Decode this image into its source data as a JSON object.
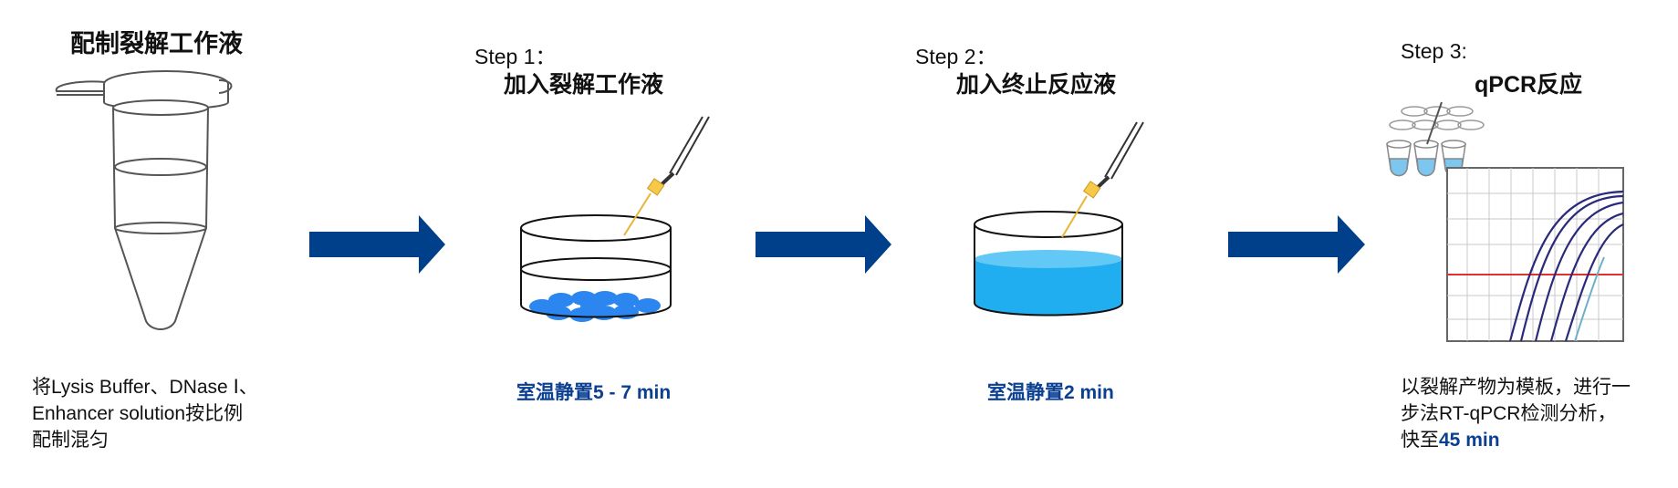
{
  "colors": {
    "arrow": "#003f8a",
    "accent_text": "#0a3f91",
    "cells": "#2b86f0",
    "liquid": "#20aef0",
    "tip": "#f7c948",
    "curve": "#2a2a7a",
    "threshold": "#e23030"
  },
  "step0": {
    "title": "配制裂解工作液",
    "desc_line1": "将Lysis Buffer、DNase Ⅰ、",
    "desc_line2": "Enhancer solution按比例",
    "desc_line3": "配制混匀"
  },
  "step1": {
    "label": "Step 1：",
    "title": "加入裂解工作液",
    "caption_prefix": "室温静置",
    "caption_value": "5 - 7 min"
  },
  "step2": {
    "label": "Step 2：",
    "title": "加入终止反应液",
    "caption_prefix": "室温静置",
    "caption_value": "2 min"
  },
  "step3": {
    "label": "Step 3:",
    "title": "qPCR反应",
    "desc_line1": "以裂解产物为模板，进行一",
    "desc_line2": "步法RT-qPCR检测分析，",
    "desc_line3_prefix": "快至",
    "desc_line3_value": "45 min"
  },
  "icons": [
    "tube-icon",
    "arrow-icon",
    "pipette-icon",
    "dish-icon",
    "plate-icon",
    "amplification-plot-icon"
  ]
}
